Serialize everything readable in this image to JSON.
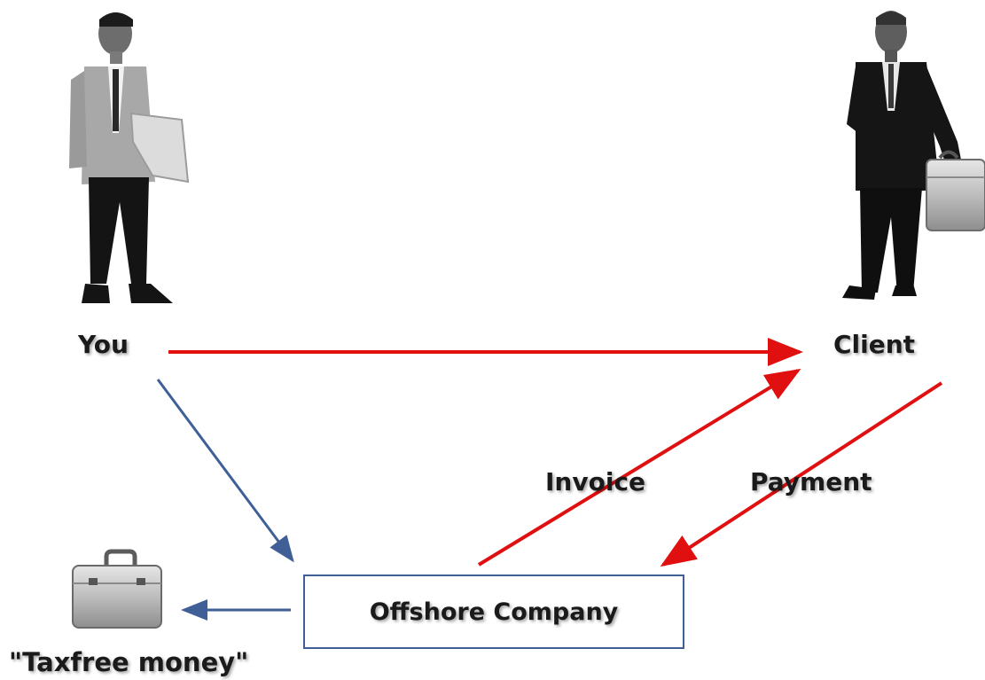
{
  "nodes": {
    "you": "You",
    "client": "Client",
    "company": "Offshore Company",
    "money": "\"Taxfree money\""
  },
  "edges": {
    "invoice": "Invoice",
    "payment": "Payment"
  },
  "colors": {
    "red_arrow": "#e01010",
    "blue_arrow": "#3f5f96",
    "box_border": "#3f5f96"
  },
  "icons": [
    "person-you-icon",
    "person-client-icon",
    "briefcase-icon"
  ]
}
